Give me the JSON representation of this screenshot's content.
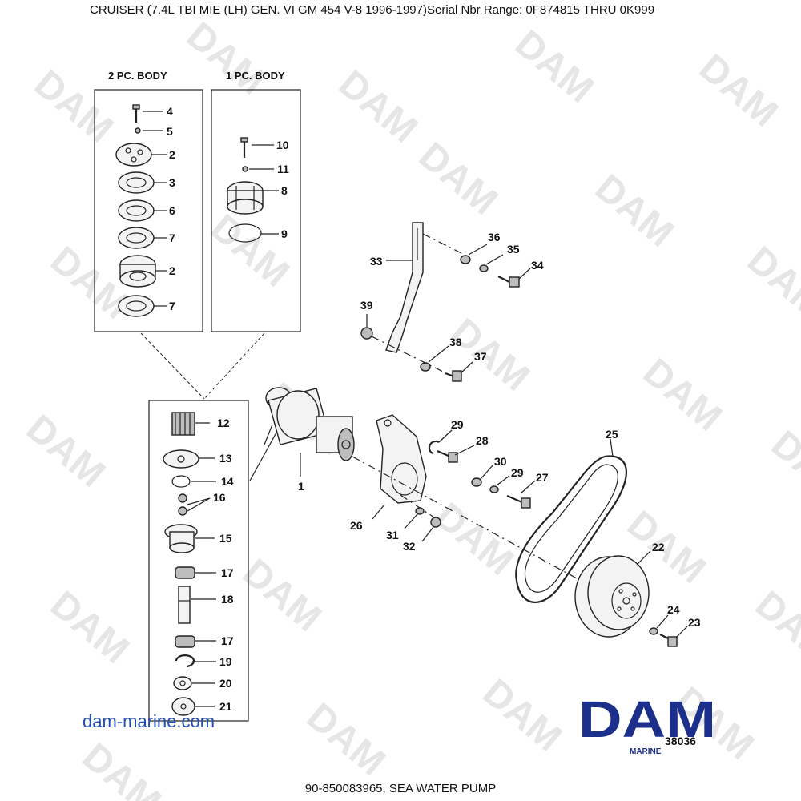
{
  "header": {
    "title": "CRUISER (7.4L TBI MIE (LH) GEN. VI    GM 454 V-8 1996-1997)Serial Nbr Range: 0F874815 THRU 0K999"
  },
  "footer": {
    "caption": "90-850083965, SEA WATER PUMP"
  },
  "website": {
    "link_text": "dam-marine.com",
    "link_color": "#1f4fb8"
  },
  "logo": {
    "brand": "DAM",
    "sub": "MARINE",
    "color": "#1c2f8a"
  },
  "watermark": {
    "text": "DAM"
  },
  "diagram": {
    "drawing_number": "38036",
    "inset_2pc": {
      "title": "2 PC. BODY",
      "callouts": [
        "4",
        "5",
        "2",
        "3",
        "6",
        "7",
        "2",
        "7"
      ]
    },
    "inset_1pc": {
      "title": "1 PC. BODY",
      "callouts": [
        "10",
        "11",
        "8",
        "9"
      ]
    },
    "inset_internals": {
      "callouts": [
        "12",
        "13",
        "14",
        "16",
        "15",
        "17",
        "18",
        "17",
        "19",
        "20",
        "21"
      ]
    },
    "main_callouts": [
      "1",
      "33",
      "36",
      "35",
      "34",
      "39",
      "38",
      "37",
      "29",
      "28",
      "30",
      "29",
      "27",
      "26",
      "31",
      "32",
      "25",
      "22",
      "24",
      "23"
    ]
  }
}
